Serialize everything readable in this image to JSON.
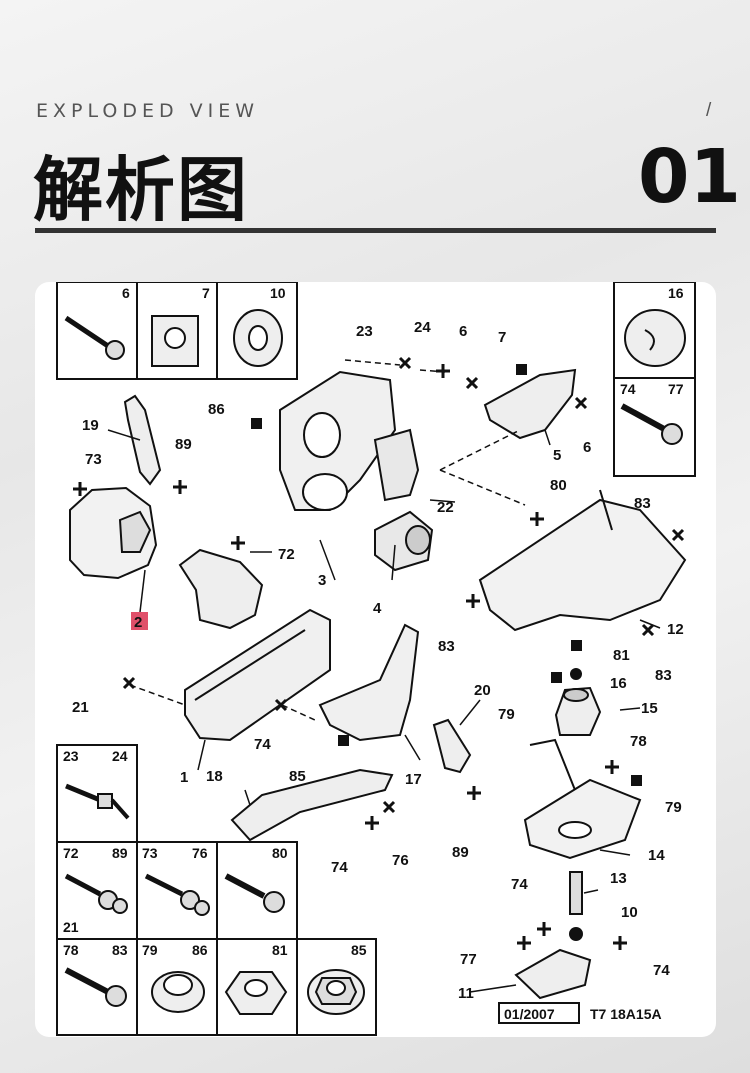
{
  "header": {
    "subtitle": "EXPLODED VIEW",
    "separator": "/",
    "title": "解析图",
    "page_number": "01"
  },
  "diagram": {
    "box_labels": {
      "b6": "6",
      "b7": "7",
      "b10": "10",
      "b16": "16",
      "b74": "74",
      "b77": "77",
      "b23": "23",
      "b24": "24",
      "b72": "72",
      "b89": "89",
      "b21": "21",
      "b73": "73",
      "b76": "76",
      "b80": "80",
      "b78": "78",
      "b83": "83",
      "b79": "79",
      "b86": "86",
      "b81": "81",
      "b85": "85"
    },
    "callouts": {
      "c23": "23",
      "c24": "24",
      "c6a": "6",
      "c7": "7",
      "c86": "86",
      "c5": "5",
      "c6b": "6",
      "c19": "19",
      "c89a": "89",
      "c73": "73",
      "c72": "72",
      "c2": "2",
      "c22": "22",
      "c80": "80",
      "c83a": "83",
      "c3": "3",
      "c4": "4",
      "c12": "12",
      "c83b": "83",
      "c81": "81",
      "c83c": "83",
      "c16": "16",
      "c21": "21",
      "c20": "20",
      "c79a": "79",
      "c15": "15",
      "c74a": "74",
      "c85": "85",
      "c1": "1",
      "c18": "18",
      "c17": "17",
      "c78": "78",
      "c79b": "79",
      "c89b": "89",
      "c74b": "74",
      "c76": "76",
      "c14": "14",
      "c74c": "74",
      "c13": "13",
      "c10": "10",
      "c77": "77",
      "c74d": "74",
      "c11": "11"
    },
    "footer_date": "01/2007",
    "footer_code": "T7 18A15A"
  },
  "colors": {
    "highlight": "#e0506a",
    "ink": "#111111"
  }
}
